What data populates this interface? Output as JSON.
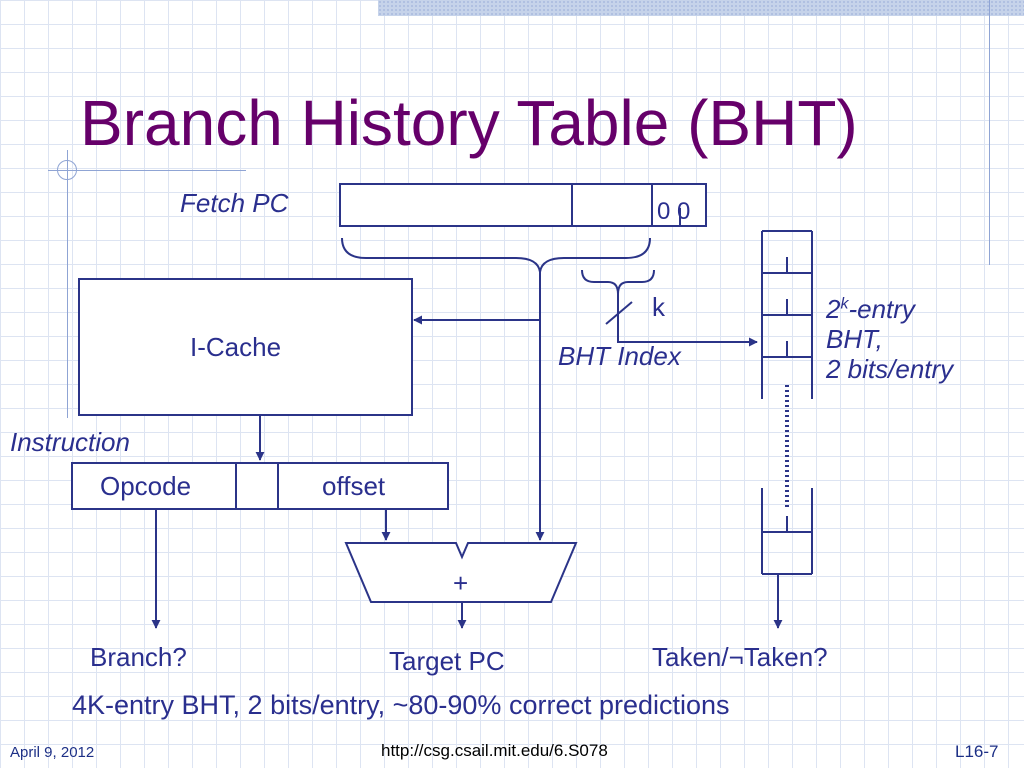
{
  "slide": {
    "title": "Branch History Table (BHT)",
    "caption": "4K-entry BHT, 2 bits/entry, ~80-90% correct predictions"
  },
  "labels": {
    "fetch_pc": "Fetch PC",
    "low_bits": "0 0",
    "k": "k",
    "bht_index": "BHT Index",
    "bht_desc_base": "2",
    "bht_desc_sup": "k",
    "bht_desc_line1_rest": "-entry",
    "bht_desc_line2": "BHT,",
    "bht_desc_line3": "2 bits/entry",
    "icache": "I-Cache",
    "instruction": "Instruction",
    "opcode": "Opcode",
    "offset": "offset",
    "adder": "+",
    "branch": "Branch?",
    "target_pc": "Target PC",
    "taken": "Taken/¬Taken?"
  },
  "footer": {
    "date": "April 9, 2012",
    "url": "http://csg.csail.mit.edu/6.S078",
    "page": "L16-7"
  },
  "colors": {
    "title": "#66006a",
    "ink": "#2a2f8e",
    "line": "#2b3488"
  }
}
